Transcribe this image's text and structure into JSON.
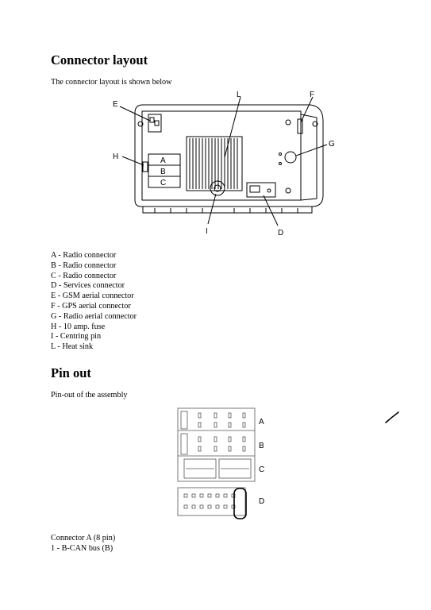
{
  "section1": {
    "heading": "Connector layout",
    "intro": "The connector layout is shown below"
  },
  "layout_diagram": {
    "callouts": {
      "E": "E",
      "L": "L",
      "F": "F",
      "G": "G",
      "H": "H",
      "A": "A",
      "B": "B",
      "C": "C",
      "I": "I",
      "D": "D"
    }
  },
  "legend": [
    "A - Radio connector",
    "B - Radio connector",
    "C - Radio connector",
    "D - Services connector",
    "E - GSM aerial connector",
    "F - GPS aerial connector",
    "G - Radio aerial connector",
    "H - 10 amp. fuse",
    "I - Centring pin",
    "L - Heat sink"
  ],
  "section2": {
    "heading": "Pin out",
    "intro": "Pin-out of the assembly"
  },
  "pinout_diagram": {
    "labels": {
      "A": "A",
      "B": "B",
      "C": "C",
      "D": "D"
    }
  },
  "connector_a": {
    "title": "Connector A (8 pin)",
    "pins": [
      "1 - B-CAN bus (B)"
    ]
  }
}
